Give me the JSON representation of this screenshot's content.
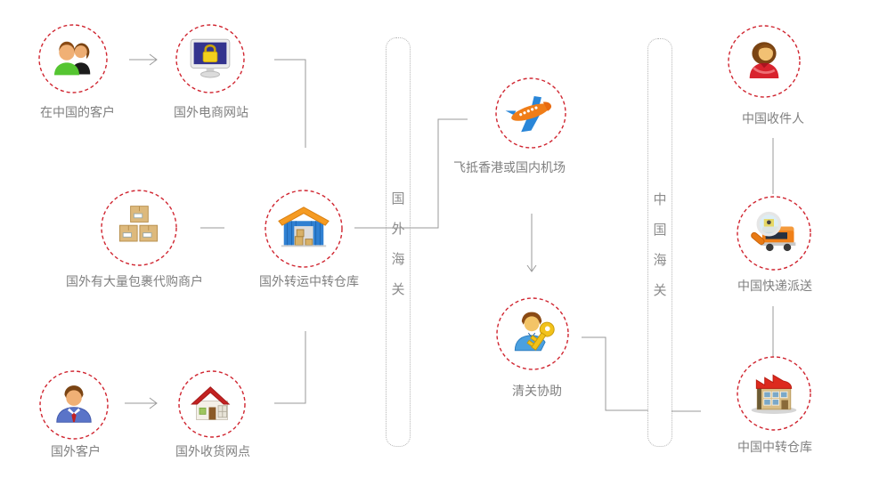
{
  "diagram": {
    "title_implicit": "跨境转运流程图",
    "background_color": "#ffffff",
    "line_color": "#9a9a9a",
    "circle_border_color": "#d02530",
    "label_color": "#808080",
    "bar_border_color": "#b5b5b5",
    "bar_text_color": "#8c8c8c"
  },
  "nodes": [
    {
      "id": "customers-in-china",
      "label": "在中国的客户",
      "icon": "people-pair-icon"
    },
    {
      "id": "foreign-ecommerce-site",
      "label": "国外电商网站",
      "icon": "secure-monitor-icon"
    },
    {
      "id": "foreign-parcel-merchants",
      "label": "国外有大量包裹代购商户",
      "icon": "parcel-boxes-icon"
    },
    {
      "id": "foreign-transit-warehouse",
      "label": "国外转运中转仓库",
      "icon": "warehouse-icon"
    },
    {
      "id": "foreign-customer",
      "label": "国外客户",
      "icon": "businessman-icon"
    },
    {
      "id": "foreign-receiving-point",
      "label": "国外收货网点",
      "icon": "house-icon"
    },
    {
      "id": "flight-arrival",
      "label": "飞抵香港或国内机场",
      "icon": "airplane-icon"
    },
    {
      "id": "customs-clearance-assist",
      "label": "清关协助",
      "icon": "person-key-icon"
    },
    {
      "id": "china-recipient",
      "label": "中国收件人",
      "icon": "woman-icon"
    },
    {
      "id": "china-express-delivery",
      "label": "中国快递派送",
      "icon": "magnifier-truck-icon"
    },
    {
      "id": "china-transit-warehouse",
      "label": "中国中转仓库",
      "icon": "factory-icon"
    }
  ],
  "bars": [
    {
      "id": "foreign-customs",
      "label": "国外海关"
    },
    {
      "id": "china-customs",
      "label": "中国海关"
    }
  ]
}
